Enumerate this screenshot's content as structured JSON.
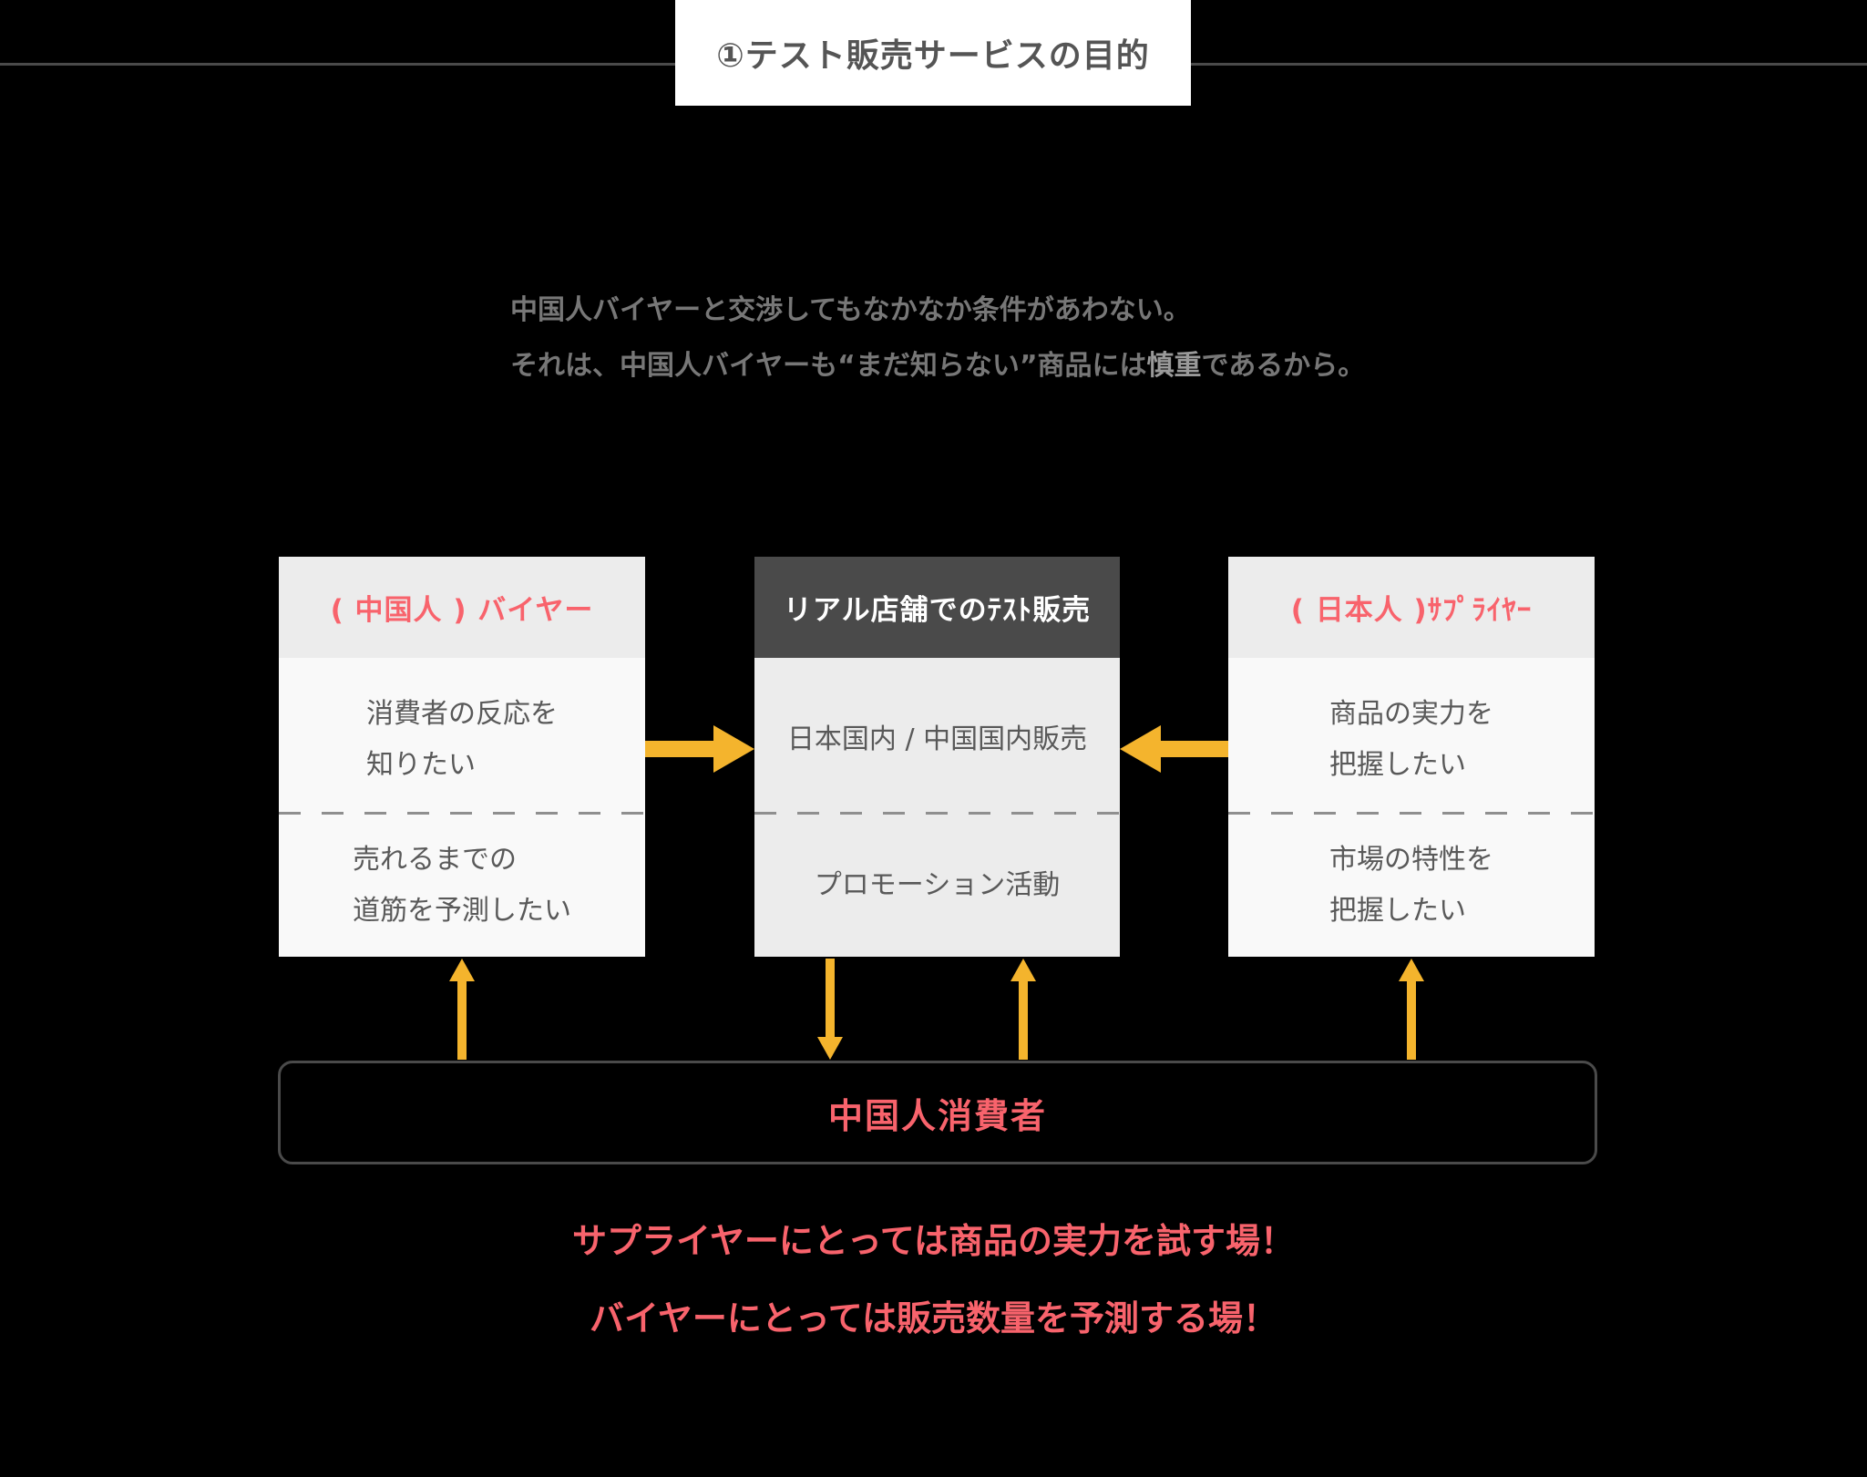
{
  "theme": {
    "bg": "#000000",
    "accent": "#F8636C",
    "arrow": "#F4B42D",
    "line": "#4A4A4A",
    "panel-light": "#ECECEC",
    "panel-lighter": "#F9F9F9",
    "panel-dark": "#4A4A4A",
    "text-dark": "#555555",
    "text-gray": "#777777"
  },
  "title": {
    "text": "①テスト販売サービスの目的"
  },
  "intro": {
    "line1": "中国人バイヤーと交渉してもなかなか条件があわない。",
    "line2_pre": "それは、中国人バイヤーも“まだ知らない”商品には",
    "line2_bold": "慎重",
    "line2_post": "であるから。"
  },
  "boxes": {
    "buyer": {
      "header": "( 中国人 ) バイヤー",
      "row1_line1": "消費者の反応を",
      "row1_line2": "知りたい",
      "row2_line1": "売れるまでの",
      "row2_line2": "道筋を予測したい"
    },
    "test_sale": {
      "header": "リアル店舗でのﾃｽﾄ販売",
      "row1": "日本国内 / 中国国内販売",
      "row2": "プロモーション活動"
    },
    "supplier": {
      "header": "( 日本人 )ｻﾌﾟﾗｲﾔｰ",
      "row1_line1": "商品の実力を",
      "row1_line2": "把握したい",
      "row2_line1": "市場の特性を",
      "row2_line2": "把握したい"
    }
  },
  "consumer": {
    "label": "中国人消費者"
  },
  "conclusion": {
    "line1": "サプライヤーにとっては商品の実力を試す場！",
    "line2": "バイヤーにとっては販売数量を予測する場！"
  }
}
